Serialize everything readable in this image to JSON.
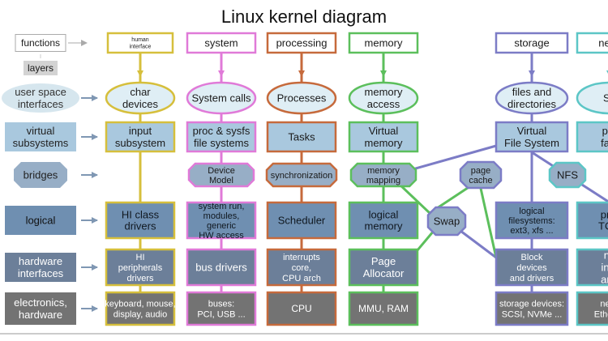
{
  "title": "Linux kernel diagram",
  "colors": {
    "human": "#d6bf3c",
    "system": "#e07ad8",
    "processing": "#c66a3c",
    "memory": "#5cbf5c",
    "storage": "#7c7cc6",
    "network": "#5cc6c6",
    "layer": "#9db6cc"
  },
  "functions_label": "functions",
  "layers_label": "layers",
  "layers": [
    "user space interfaces",
    "virtual subsystems",
    "bridges",
    "logical",
    "hardware interfaces",
    "electronics, hardware"
  ],
  "columns": {
    "human": {
      "header": [
        "human",
        "interface"
      ],
      "user": [
        "char",
        "devices"
      ],
      "virtual": [
        "input",
        "subsystem"
      ],
      "logical": [
        "HI class",
        "drivers"
      ],
      "hw": [
        "HI",
        "peripherals",
        "drivers"
      ],
      "elec": [
        "keyboard, mouse,",
        "display, audio"
      ]
    },
    "system": {
      "header": "system",
      "user": "System calls",
      "virtual": [
        "proc & sysfs",
        "file systems"
      ],
      "bridge": [
        "Device",
        "Model"
      ],
      "logical": [
        "system run,",
        "modules,",
        "generic",
        "HW access"
      ],
      "hw": "bus drivers",
      "elec": [
        "buses:",
        "PCI, USB ..."
      ]
    },
    "processing": {
      "header": "processing",
      "user": "Processes",
      "virtual": "Tasks",
      "bridge": "synchronization",
      "logical": "Scheduler",
      "hw": [
        "interrupts",
        "core,",
        "CPU arch"
      ],
      "elec": "CPU"
    },
    "memory": {
      "header": "memory",
      "user": [
        "memory",
        "access"
      ],
      "virtual": [
        "Virtual",
        "memory"
      ],
      "bridge": [
        "memory",
        "mapping"
      ],
      "logical": [
        "logical",
        "memory"
      ],
      "hw": [
        "Page",
        "Allocator"
      ],
      "elec": "MMU, RAM"
    },
    "storage": {
      "header": "storage",
      "user": [
        "files and",
        "directories"
      ],
      "virtual": [
        "Virtual",
        "File System"
      ],
      "bridge": [
        "page",
        "cache"
      ],
      "logical": [
        "logical",
        "filesystems:",
        "ext3, xfs ..."
      ],
      "hw": [
        "Block",
        "devices",
        "and drivers"
      ],
      "elec": [
        "storage devices:",
        "SCSI, NVMe ..."
      ]
    },
    "network": {
      "header": "netw",
      "user": "So",
      "virtual": [
        "pro",
        "fam"
      ],
      "bridge": "NFS",
      "logical": [
        "prot",
        "TCP,"
      ],
      "hw": [
        "ne",
        "inte",
        "and"
      ],
      "elec": [
        "netw",
        "Etherne"
      ]
    }
  },
  "swap_label": "Swap"
}
